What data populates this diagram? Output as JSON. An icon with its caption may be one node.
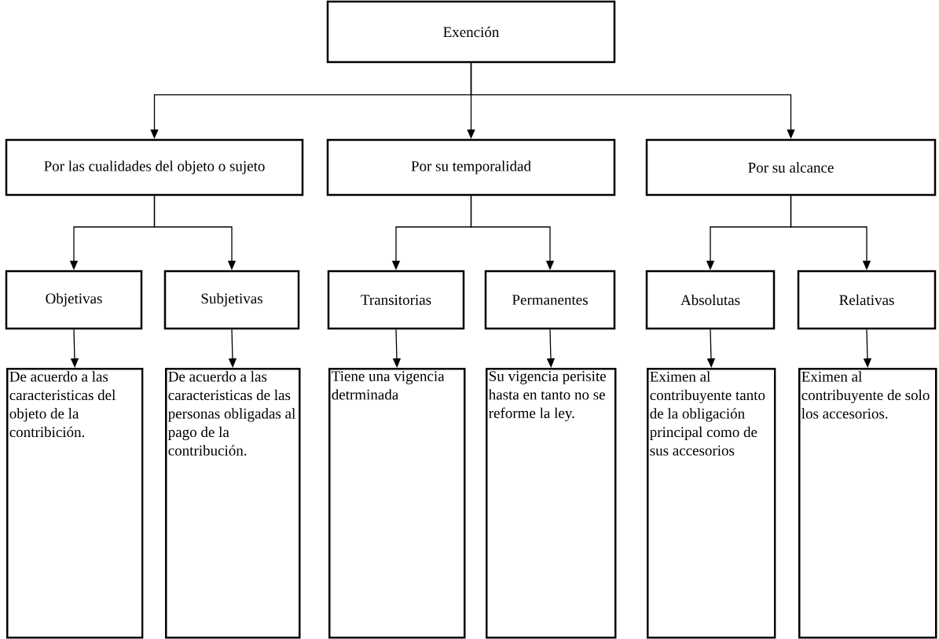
{
  "diagram": {
    "nodes": [
      {
        "text": [
          "Exención"
        ]
      },
      {
        "text": [
          "Por las cualidades del objeto o sujeto"
        ]
      },
      {
        "text": [
          "Por su temporalidad"
        ]
      },
      {
        "text": [
          "Por su alcance"
        ]
      },
      {
        "text": [
          "Objetivas"
        ]
      },
      {
        "text": [
          "Subjetivas"
        ]
      },
      {
        "text": [
          "Transitorias"
        ]
      },
      {
        "text": [
          "Permanentes"
        ]
      },
      {
        "text": [
          "Absolutas"
        ]
      },
      {
        "text": [
          "Relativas"
        ]
      },
      {
        "text": [
          "De acuerdo a las caracteristicas del objeto de la contribición."
        ]
      },
      {
        "text": [
          "De acuerdo a las caracteristicas de las personas obligadas al pago de la contribución."
        ]
      },
      {
        "text": [
          "Tiene una vigencia detrminada"
        ]
      },
      {
        "text": [
          "Su vigencia perisite hasta en tanto no se reforme la ley."
        ]
      },
      {
        "text": [
          "Eximen al contribuyente tanto de la obligación principal como de sus accesorios"
        ]
      },
      {
        "text": [
          "Eximen al contribuyente de solo los accesorios."
        ]
      }
    ],
    "edges": [
      {
        "from": 0,
        "to": 1,
        "arrow": "to"
      },
      {
        "from": 0,
        "to": 2,
        "arrow": "to"
      },
      {
        "from": 0,
        "to": 3,
        "arrow": "to"
      },
      {
        "from": 1,
        "to": 4,
        "arrow": "to"
      },
      {
        "from": 1,
        "to": 5,
        "arrow": "to"
      },
      {
        "from": 2,
        "to": 6,
        "arrow": "to"
      },
      {
        "from": 2,
        "to": 7,
        "arrow": "to"
      },
      {
        "from": 3,
        "to": 8,
        "arrow": "to"
      },
      {
        "from": 3,
        "to": 9,
        "arrow": "to"
      },
      {
        "from": 4,
        "to": 10,
        "arrow": "to"
      },
      {
        "from": 5,
        "to": 11,
        "arrow": "to"
      },
      {
        "from": 6,
        "to": 12,
        "arrow": "to"
      },
      {
        "from": 7,
        "to": 13,
        "arrow": "to"
      },
      {
        "from": 8,
        "to": 14,
        "arrow": "to"
      },
      {
        "from": 9,
        "to": 15,
        "arrow": "to"
      }
    ]
  }
}
